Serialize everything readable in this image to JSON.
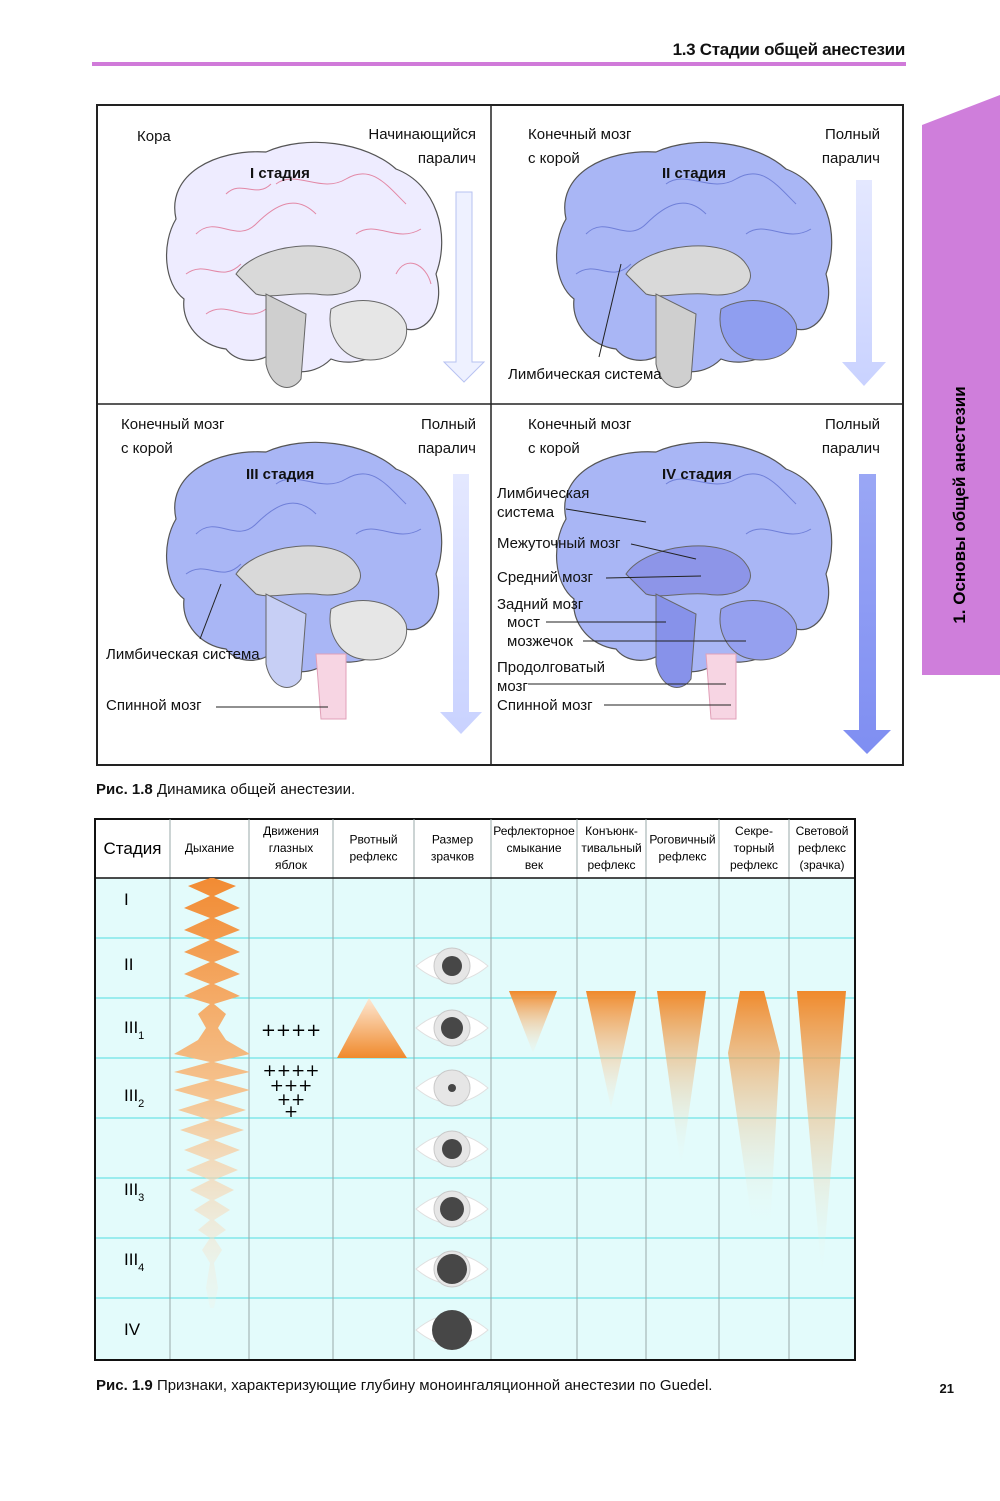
{
  "header": {
    "section": "1.3 Стадии общей анестезии"
  },
  "side_tab": {
    "label": "1. Основы общей анестезии"
  },
  "figure_1_8": {
    "quadrants": [
      {
        "stage": "I стадия",
        "left_label": [
          "Кора"
        ],
        "right_label": [
          "Начинающийся",
          "паралич"
        ],
        "bottom_label": "",
        "color": "#eceaff"
      },
      {
        "stage": "II стадия",
        "left_label": [
          "Конечный мозг",
          "с корой"
        ],
        "right_label": [
          "Полный",
          "паралич"
        ],
        "bottom_label": "Лимбическая система",
        "color": "#a9b6f5"
      },
      {
        "stage": "III стадия",
        "left_label": [
          "Конечный мозг",
          "с корой"
        ],
        "right_label": [
          "Полный",
          "паралич"
        ],
        "bottom_label": "Лимбическая система",
        "extra_label": "Спинной мозг",
        "color": "#a9b6f5"
      },
      {
        "stage": "IV стадия",
        "left_label": [
          "Конечный мозг",
          "с корой"
        ],
        "right_label": [
          "Полный",
          "паралич"
        ],
        "color": "#a9b6f5",
        "parts": [
          "Лимбическая",
          "система",
          "Межуточный мозг",
          "Средний мозг",
          "Задний мозг",
          "мост",
          "мозжечок",
          "Продолговатый",
          "мозг",
          "Спинной мозг"
        ]
      }
    ],
    "caption_num": "Рис. 1.8",
    "caption_text": "Динамика общей анестезии."
  },
  "figure_1_9": {
    "columns": [
      "Стадия",
      "Дыхание",
      "Движения|глазных|яблок",
      "Рвотный|рефлекс",
      "Размер|зрачков",
      "Рефлекторное|смыкание|век",
      "Конъюнк-|тивальный|рефлекс",
      "Роговичный|рефлекс",
      "Секре-|торный|рефлекс",
      "Световой|рефлекс|(зрачка)"
    ],
    "stages": [
      {
        "main": "I",
        "sub": ""
      },
      {
        "main": "II",
        "sub": ""
      },
      {
        "main": "III",
        "sub": "1"
      },
      {
        "main": "III",
        "sub": "2"
      },
      {
        "main": "III",
        "sub": "3"
      },
      {
        "main": "III",
        "sub": "4"
      },
      {
        "main": "IV",
        "sub": ""
      }
    ],
    "eye_movement": {
      "iii1": "++++",
      "iii2": [
        "++++",
        "+++",
        "++",
        "+"
      ]
    },
    "caption_num": "Рис. 1.9",
    "caption_text": "Признаки, характеризующие глубину моноингаляционной анестезии по Guedel."
  },
  "colors": {
    "accent": "#d07ad9",
    "orange": "#f08c30",
    "table_bg": "#e2fbfb",
    "grid": "#7fe6e6"
  },
  "page_number": "21"
}
